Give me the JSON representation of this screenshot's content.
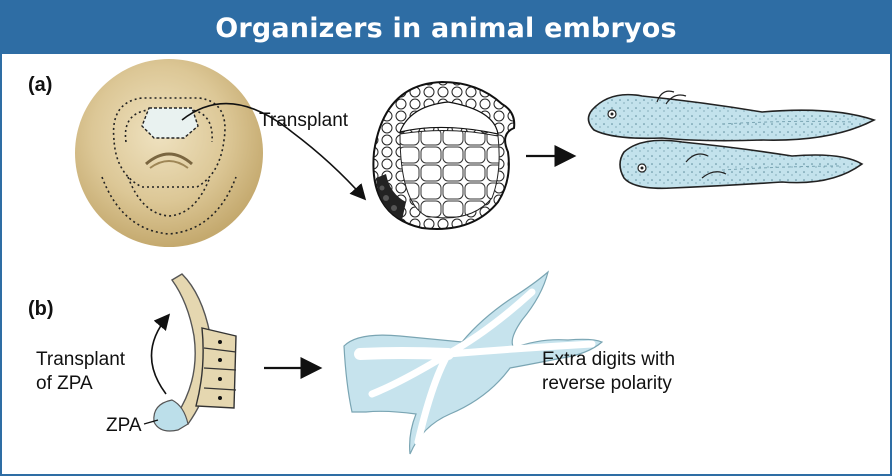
{
  "title": "Organizers in animal embryos",
  "panel_a": {
    "label": "(a)",
    "transplant_label": "Transplant"
  },
  "panel_b": {
    "label": "(b)",
    "transplant_label_line1": "Transplant",
    "transplant_label_line2": "of ZPA",
    "zpa_label": "ZPA",
    "result_line1": "Extra digits with",
    "result_line2": "reverse polarity"
  },
  "colors": {
    "title_bar": "#2e6da4",
    "embryo": "#d6c08e",
    "tissue_blue": "#bcdfea",
    "limb_tan": "#e5d7b0"
  }
}
